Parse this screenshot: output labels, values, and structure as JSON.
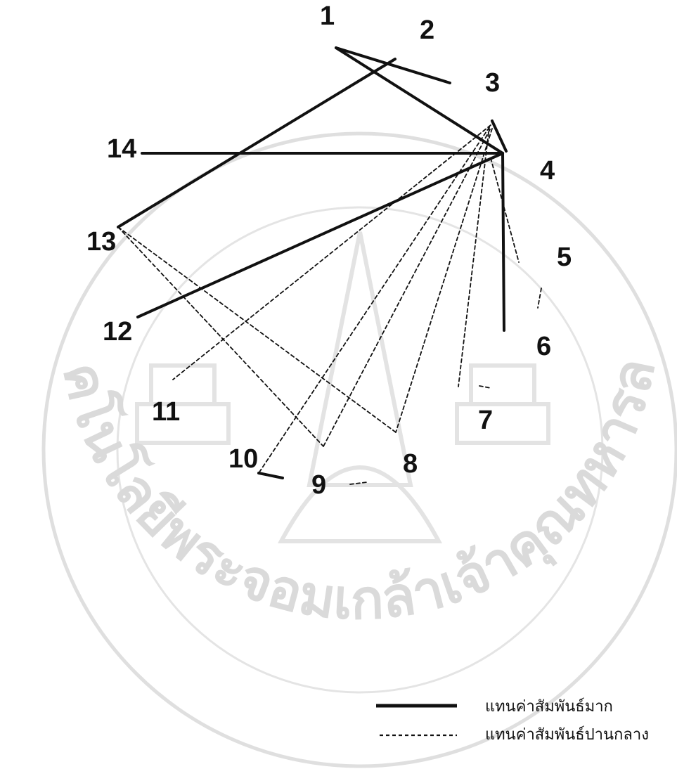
{
  "nodes": [
    {
      "id": "1",
      "label": "1"
    },
    {
      "id": "2",
      "label": "2"
    },
    {
      "id": "3",
      "label": "3"
    },
    {
      "id": "4",
      "label": "4"
    },
    {
      "id": "5",
      "label": "5"
    },
    {
      "id": "6",
      "label": "6"
    },
    {
      "id": "7",
      "label": "7"
    },
    {
      "id": "8",
      "label": "8"
    },
    {
      "id": "9",
      "label": "9"
    },
    {
      "id": "10",
      "label": "10"
    },
    {
      "id": "11",
      "label": "11"
    },
    {
      "id": "12",
      "label": "12"
    },
    {
      "id": "13",
      "label": "13"
    },
    {
      "id": "14",
      "label": "14"
    }
  ],
  "edges": [
    {
      "from": "1",
      "to": "3",
      "style": "strong"
    },
    {
      "from": "1",
      "to": "4",
      "style": "strong"
    },
    {
      "from": "2",
      "to": "13",
      "style": "strong"
    },
    {
      "from": "14",
      "to": "4",
      "style": "strong"
    },
    {
      "from": "12",
      "to": "4",
      "style": "strong"
    },
    {
      "from": "6",
      "to": "4",
      "style": "strong"
    },
    {
      "from": "4",
      "to": "4",
      "style": "strong"
    },
    {
      "from": "10",
      "to": "9",
      "style": "strong"
    },
    {
      "from": "4",
      "to": "11",
      "style": "moderate"
    },
    {
      "from": "4",
      "to": "10",
      "style": "moderate"
    },
    {
      "from": "4",
      "to": "9",
      "style": "moderate"
    },
    {
      "from": "4",
      "to": "8",
      "style": "moderate"
    },
    {
      "from": "4",
      "to": "7",
      "style": "moderate"
    },
    {
      "from": "4",
      "to": "5",
      "style": "moderate"
    },
    {
      "from": "13",
      "to": "9",
      "style": "moderate"
    },
    {
      "from": "13",
      "to": "8",
      "style": "moderate"
    },
    {
      "from": "6",
      "to": "5",
      "style": "moderate"
    },
    {
      "from": "9",
      "to": "8",
      "style": "moderate"
    },
    {
      "from": "7",
      "to": "7",
      "style": "moderate"
    }
  ],
  "legend": {
    "strong_label": "แทนค่าสัมพันธ์มาก",
    "moderate_label": "แทนค่าสัมพันธ์ปานกลาง"
  },
  "watermark": {
    "text": "สถาบันเทคโนโลยีพระจอมเกล้าเจ้าคุณทหารลาดกระบัง",
    "color": "#d6d6d6"
  },
  "colors": {
    "line": "#111111",
    "background": "#ffffff"
  }
}
